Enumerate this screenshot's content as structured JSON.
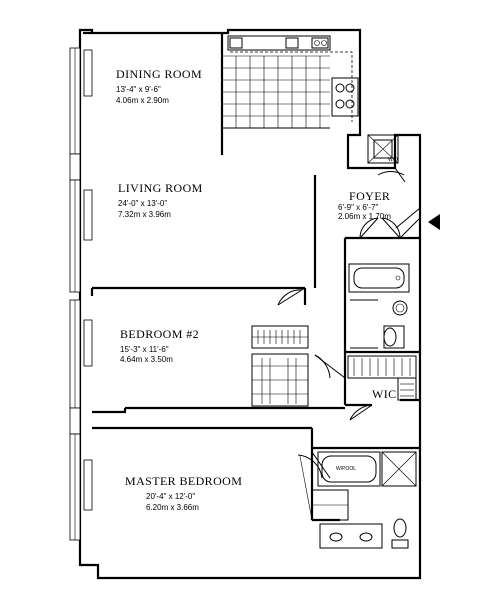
{
  "rooms": {
    "dining": {
      "name": "DINING ROOM",
      "dim_imperial": "13'-4\" x 9'-6\"",
      "dim_metric": "4.06m x 2.90m"
    },
    "living": {
      "name": "LIVING ROOM",
      "dim_imperial": "24'-0\" x 13'-0\"",
      "dim_metric": "7.32m x 3.96m"
    },
    "foyer": {
      "name": "FOYER",
      "dim_imperial": "6'-9\" x 6'-7\"",
      "dim_metric": "2.06m x 1.70m"
    },
    "bedroom2": {
      "name": "BEDROOM #2",
      "dim_imperial": "15'-3\" x 11'-6\"",
      "dim_metric": "4.64m x 3.50m"
    },
    "master": {
      "name": "MASTER BEDROOM",
      "dim_imperial": "20'-4\" x 12'-0\"",
      "dim_metric": "6.20m x 3.66m"
    },
    "wic": {
      "name": "WIC"
    }
  },
  "fixtures": {
    "wd": "W/D",
    "tub": "W/POOL"
  },
  "icons": {
    "entry": "entry-arrow-icon"
  }
}
